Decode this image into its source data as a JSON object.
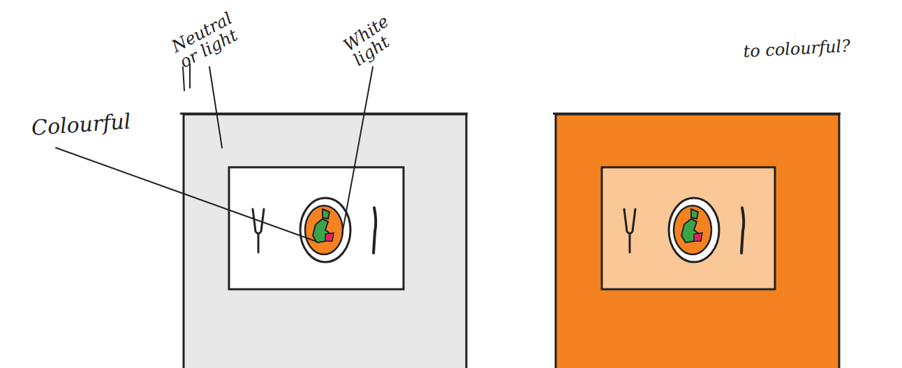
{
  "diagram": {
    "labels": [
      "Neutral or light",
      "White light",
      "Colourful",
      "to colourful?"
    ]
  }
}
